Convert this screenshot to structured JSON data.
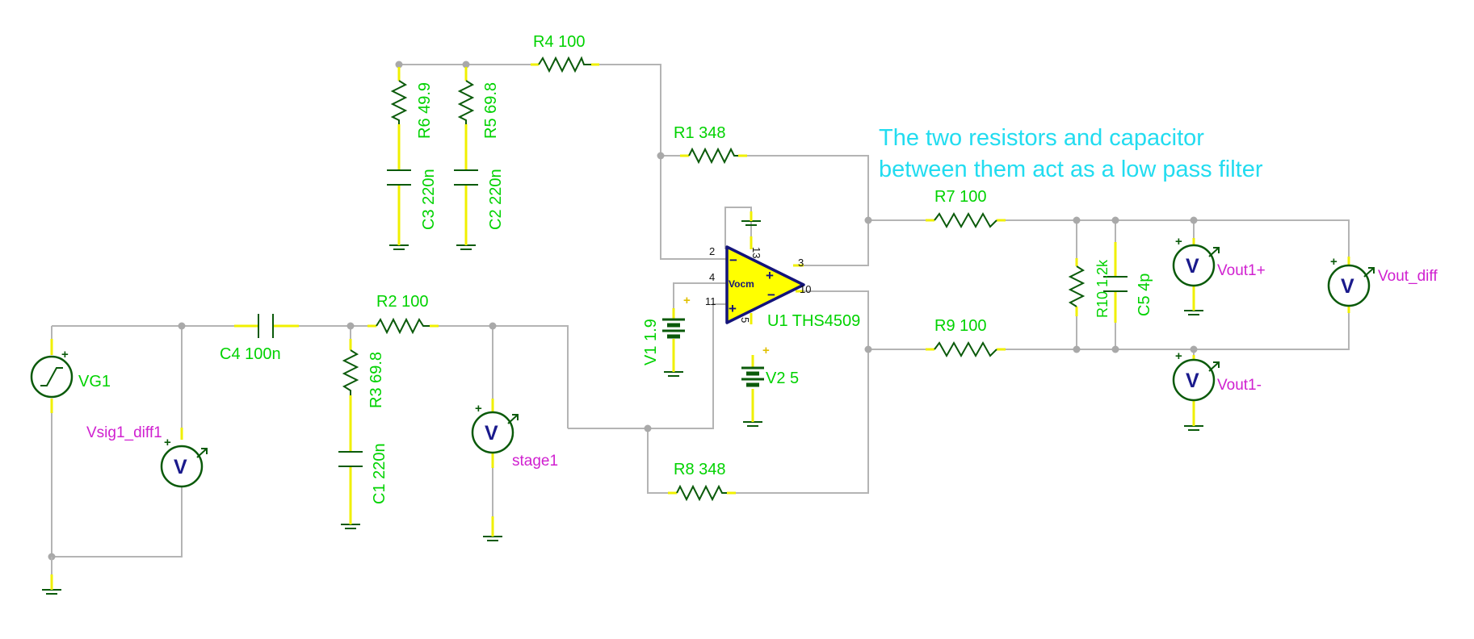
{
  "annotation": {
    "line1": "The two resistors and capacitor",
    "line2": "between them act as a low pass filter"
  },
  "components": {
    "r1": "R1 348",
    "r2": "R2 100",
    "r3": "R3 69.8",
    "r4": "R4 100",
    "r5": "R5 69.8",
    "r6": "R6 49.9",
    "r7": "R7 100",
    "r8": "R8 348",
    "r9": "R9 100",
    "r10": "R10 1.2k",
    "c1": "C1 220n",
    "c2": "C2 220n",
    "c3": "C3 220n",
    "c4": "C4 100n",
    "c5": "C5 4p",
    "v1": "V1 1.9",
    "v2": "V2 5",
    "vg1": "VG1",
    "u1": "U1 THS4509"
  },
  "opamp": {
    "vocm_label": "Vocm",
    "pins": {
      "p2": "2",
      "p4": "4",
      "p11": "11",
      "p13": "13",
      "p3": "3",
      "p10": "10",
      "p5": "5"
    },
    "minus": "−",
    "plus": "+"
  },
  "meters": {
    "glyph": "V",
    "plus": "+",
    "vsig1_diff1": "Vsig1_diff1",
    "stage1": "stage1",
    "vout1_plus": "Vout1+",
    "vout1_minus": "Vout1-",
    "vout_diff": "Vout_diff"
  },
  "colors": {
    "component": "#0a5a0a",
    "label": "#00d200",
    "lead": "#f0f000",
    "wire": "#b4b4b4",
    "meter_label": "#d020d0",
    "annotation": "#22dcf0",
    "opamp_fill": "#ffff00",
    "opamp_outline": "#14147a"
  }
}
